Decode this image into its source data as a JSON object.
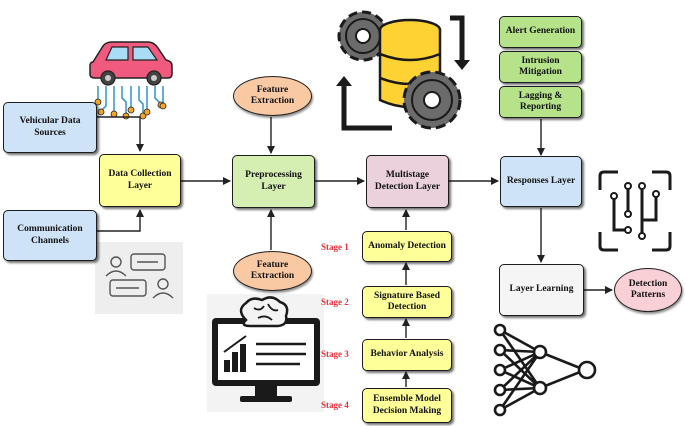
{
  "nodes": {
    "vehicular_data_sources": "Vehicular Data Sources",
    "communication_channels": "Communication Channels",
    "data_collection_layer": "Data Collection Layer",
    "preprocessing_layer": "Preprocessing Layer",
    "feature_extraction_top": "Feature Extraction",
    "feature_extraction_bottom": "Feature Extraction",
    "multistage_detection_layer": "Multistage Detection Layer",
    "anomaly_detection": "Anomaly Detection",
    "signature_based_detection": "Signature Based Detection",
    "behavior_analysis": "Behavior Analysis",
    "ensemble_model": "Ensemble Model Decision Making",
    "responses_layer": "Responses Layer",
    "alert_generation": "Alert Generation",
    "intrusion_mitigation": "Intrusion Mitigation",
    "lagging_reporting": "Lagging & Reporting",
    "layer_learning": "Layer Learning",
    "detection_patterns": "Detection Patterns"
  },
  "stages": {
    "stage1": "Stage 1",
    "stage2": "Stage 2",
    "stage3": "Stage 3",
    "stage4": "Stage 4"
  },
  "colors": {
    "blue": "#cfe3f8",
    "yellow": "#ffff99",
    "green": "#d5eeb2",
    "pink": "#ead1dc",
    "oval_orange": "#f8c9a3",
    "stage_red": "#e8333a"
  },
  "icons": [
    "car-network-icon",
    "chat-users-icon",
    "ai-monitor-icon",
    "database-gears-icon",
    "fingerprint-scan-icon",
    "neural-network-icon"
  ]
}
